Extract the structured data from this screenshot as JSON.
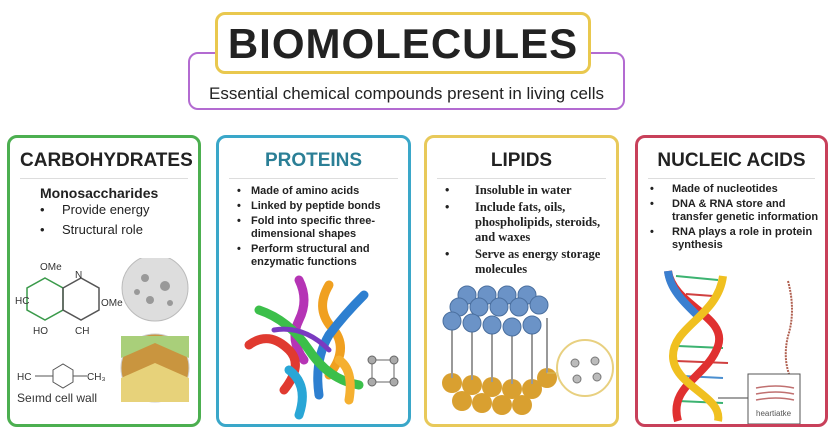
{
  "header": {
    "title": "BIOMOLECULES",
    "subtitle": "Essential chemical compounds present in living cells"
  },
  "cards": [
    {
      "title": "CARBOHYDRATES",
      "subtitle": "Monosaccharides",
      "items": [
        "Provide energy",
        "Structural role"
      ],
      "diagram_labels": [
        "OMe",
        "N",
        "HC",
        "OMe",
        "HO",
        "CH",
        "HC",
        "CH₃"
      ],
      "caption": "Seımd cell wall",
      "color": "#4caf50"
    },
    {
      "title": "PROTEINS",
      "items": [
        "Made of amino acids",
        "Linked by peptide bonds",
        "Fold into specific three-dimensional shapes",
        "Perform structural and enzymatic functions"
      ],
      "color": "#3aa7c9"
    },
    {
      "title": "LIPIDS",
      "items": [
        "Insoluble in water",
        "Include fats, oils, phospholipids, steroids, and waxes",
        "Serve as energy storage molecules"
      ],
      "color": "#e8c95a"
    },
    {
      "title": "NUCLEIC ACIDS",
      "items": [
        "Made of nucleotides",
        "DNA & RNA store and transfer genetic information",
        "RNA plays a role in protein synthesis"
      ],
      "inset_label": "heartiatke",
      "color": "#c8405a"
    }
  ]
}
